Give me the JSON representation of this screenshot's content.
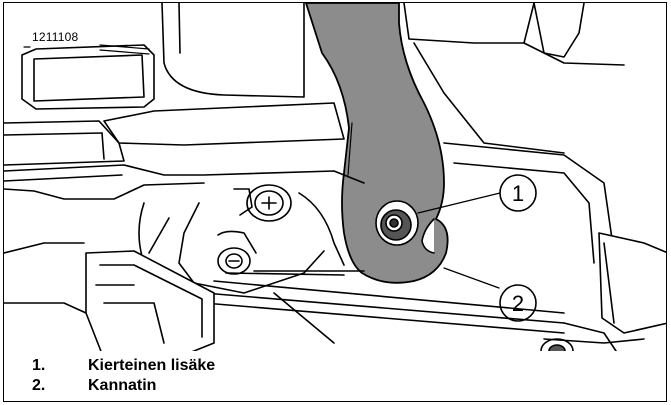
{
  "figure_id": "1211108",
  "callouts": [
    {
      "number": "1"
    },
    {
      "number": "2"
    }
  ],
  "legend": [
    {
      "number": "1.",
      "label": "Kierteinen lisäke"
    },
    {
      "number": "2.",
      "label": "Kannatin"
    }
  ]
}
